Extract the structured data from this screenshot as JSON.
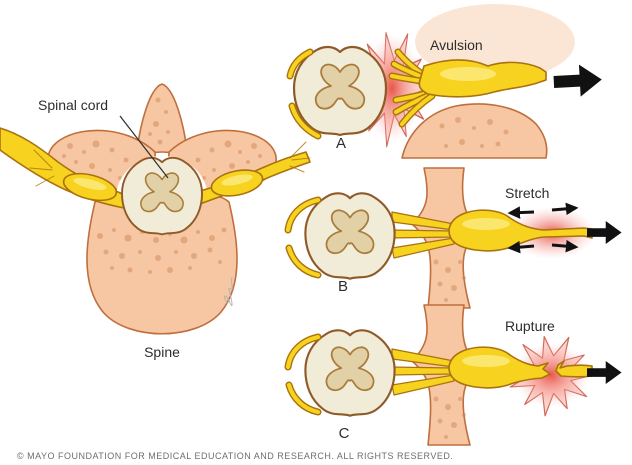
{
  "illustration": {
    "spine": {
      "label": "Spine",
      "cord_label": "Spinal cord"
    },
    "panels": [
      {
        "letter": "A",
        "label": "Avulsion"
      },
      {
        "letter": "B",
        "label": "Stretch"
      },
      {
        "letter": "C",
        "label": "Rupture"
      }
    ],
    "copyright": "© MAYO FOUNDATION FOR MEDICAL EDUCATION AND RESEARCH. ALL RIGHTS RESERVED."
  },
  "colors": {
    "background": "#ffffff",
    "bone": "#f6c7a2",
    "bone-speckle": "#cd8757",
    "bone-outline": "#bf6f3e",
    "nerve": "#f7d21e",
    "nerve-outline": "#a9720f",
    "nerve-highlight": "#fdee8a",
    "cord": "#f1ecd8",
    "cord-outline": "#8f5a28",
    "cord-matter": "#e2d0a6",
    "cord-matter-outline": "#a97c3c",
    "injury-red": "#e84f42",
    "burst-fill": "#fbd3cb",
    "burst-outline": "#d0594c",
    "arrow": "#111111",
    "label": "#2d2d2d",
    "copyright": "#6e6e6e"
  }
}
